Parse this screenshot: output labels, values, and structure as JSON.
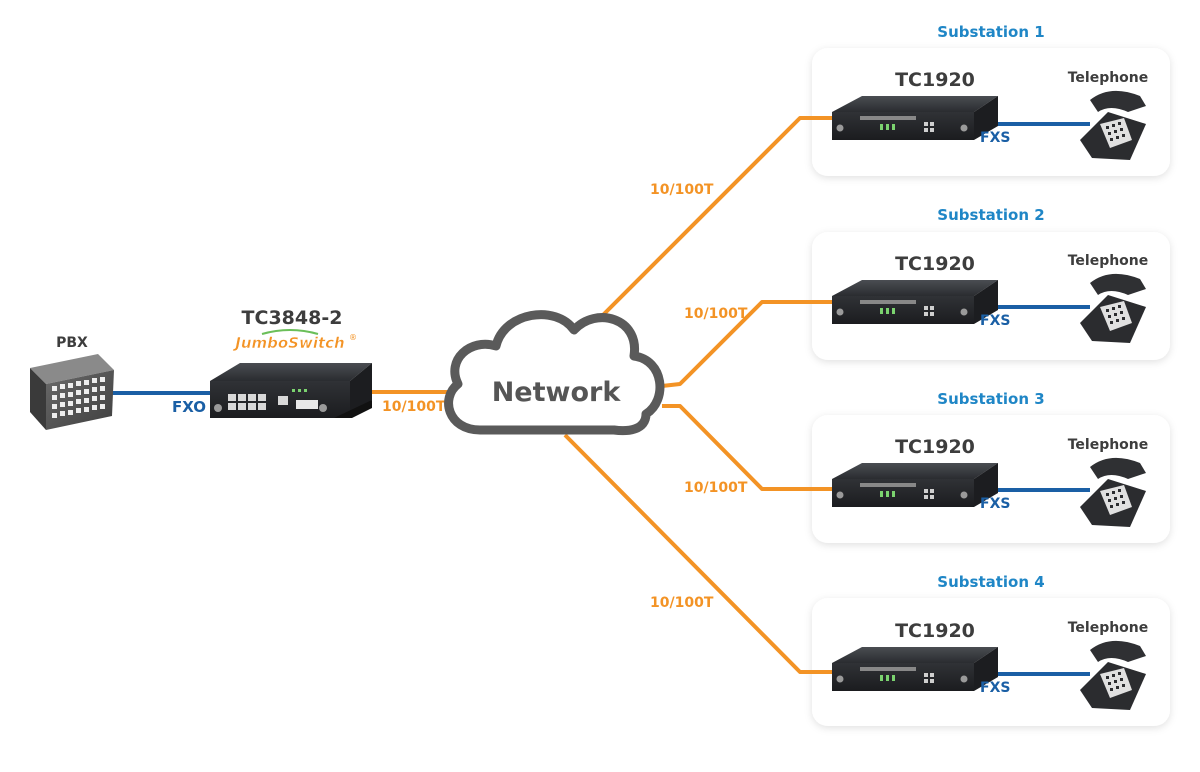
{
  "pbx": {
    "label": "PBX",
    "port": "FXO"
  },
  "central": {
    "model": "TC3848-2",
    "brand": "JumboSwitch",
    "brand_mark": "®",
    "uplink": "10/100T"
  },
  "network": {
    "label": "Network"
  },
  "substations": [
    {
      "title": "Substation 1",
      "device": "TC1920",
      "phone": "Telephone",
      "port": "FXS",
      "link": "10/100T"
    },
    {
      "title": "Substation 2",
      "device": "TC1920",
      "phone": "Telephone",
      "port": "FXS",
      "link": "10/100T"
    },
    {
      "title": "Substation 3",
      "device": "TC1920",
      "phone": "Telephone",
      "port": "FXS",
      "link": "10/100T"
    },
    {
      "title": "Substation 4",
      "device": "TC1920",
      "phone": "Telephone",
      "port": "FXS",
      "link": "10/100T"
    }
  ],
  "colors": {
    "ethernet_link": "#f39325",
    "voice_link": "#1a5fa5",
    "substation_title": "#1f86c6",
    "device_body": "#2b2d30",
    "cloud_outline": "#5a5a5a"
  }
}
